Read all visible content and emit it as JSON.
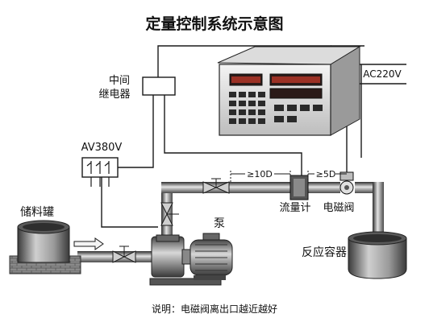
{
  "title": "定量控制系统示意图",
  "labels": {
    "relay_line1": "中间",
    "relay_line2": "继电器",
    "voltage_380": "AV380V",
    "voltage_220": "AC220V",
    "storage_tank": "储料罐",
    "pump": "泵",
    "flowmeter": "流量计",
    "solenoid_valve": "电磁阀",
    "reactor": "反应容器",
    "dist_10d": "≥10D",
    "dist_5d": "≥5D"
  },
  "note": "说明：电磁阀离出口越近越好",
  "colors": {
    "line": "#1a1a1a",
    "pipe_dark": "#3a3a3a",
    "pipe_light": "#d6d6d6",
    "controller_body": "#e8e8e8",
    "display_red": "#c23a2a",
    "keypad": "#2a2a2a"
  }
}
